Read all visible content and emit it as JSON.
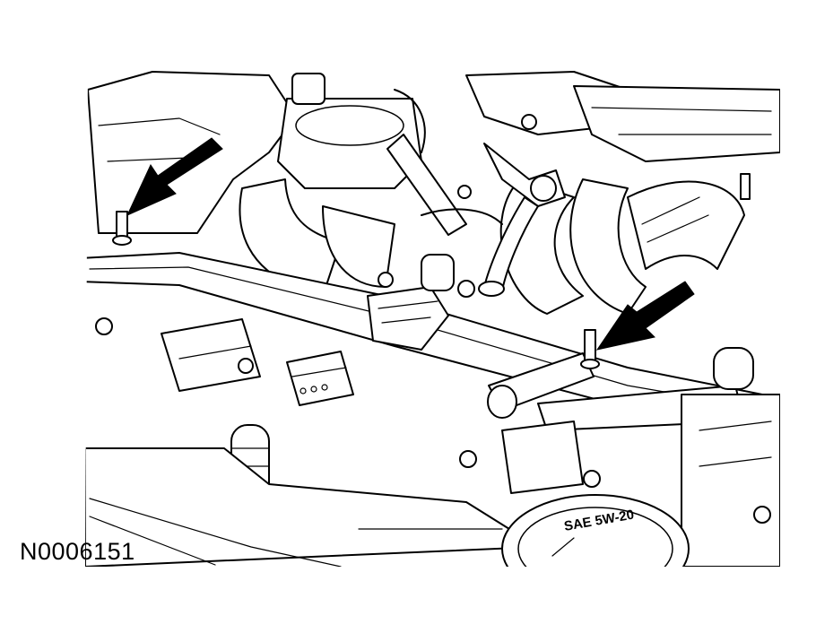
{
  "figure": {
    "reference_id": "N0006151",
    "oil_cap_marking": "SAE 5W-20"
  },
  "callouts": [
    {
      "name": "left-stud-arrow",
      "points_to": "left fuel rail mounting stud"
    },
    {
      "name": "right-stud-arrow",
      "points_to": "right fuel rail mounting stud"
    }
  ]
}
